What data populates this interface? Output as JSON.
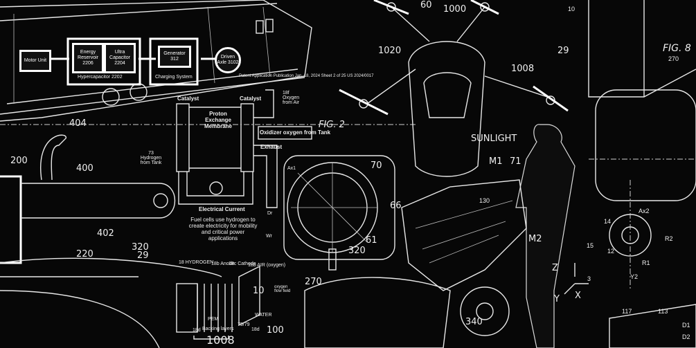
{
  "header_strip": "Patent Application Publication    Jan. 18, 2024  Sheet 2 of 25    US 2024/0017",
  "block_diagram": {
    "motor": "Motor Unit",
    "energy_reservoir": "Energy Reservoir 2206",
    "ultra_capacitor": "Ultra Capacitor 2204",
    "hypercapacitor": "Hypercapacitor 2202",
    "generator": "Generator 312",
    "charging": "Charging System",
    "driven_axle": "Driven Axle 3102"
  },
  "fuel_cell": {
    "catalyst_left": "Catalyst",
    "catalyst_right": "Catalyst",
    "membrane": "Proton Exchange Membrane",
    "oxygen_air": "18f Oxygen from Air",
    "oxidizer": "Oxidizer oxygen from Tank",
    "exhaust": "Exhaust",
    "hydrogen": "73 Hydrogen from Tank",
    "current": "Electrical Current",
    "caption": "Fuel cells use hydrogen to create electricity for mobility and critical power applications",
    "fig": "FIG. 2"
  },
  "stack": {
    "hydrogen": "18  HYDROGEN",
    "anode": "18b Anode",
    "cathode": "18c Cathode",
    "air": "18b AIR (oxygen)",
    "flow": "oxygen flow field",
    "pem": "PEM",
    "backing": "Backing layers",
    "water": "WATER",
    "n10": "10",
    "n7979": "79/79",
    "n18d": "18d",
    "n18d2": "18d",
    "n1008": "1008"
  },
  "labels": [
    "200",
    "400",
    "402",
    "220",
    "320",
    "29",
    "404",
    "270",
    "320",
    "61",
    "100",
    "340",
    "60",
    "1000",
    "1020",
    "1008",
    "29",
    "70",
    "M1",
    "71",
    "M2",
    "130",
    "66",
    "SUNLIGHT",
    "FIG. 8",
    "270",
    "10",
    "14",
    "R2",
    "R1",
    "Y2",
    "12",
    "15",
    "3",
    "113",
    "117",
    "D1",
    "D2",
    "Z",
    "X",
    "Y",
    "Ax2",
    "Ax1",
    "Wr",
    "Dr"
  ]
}
